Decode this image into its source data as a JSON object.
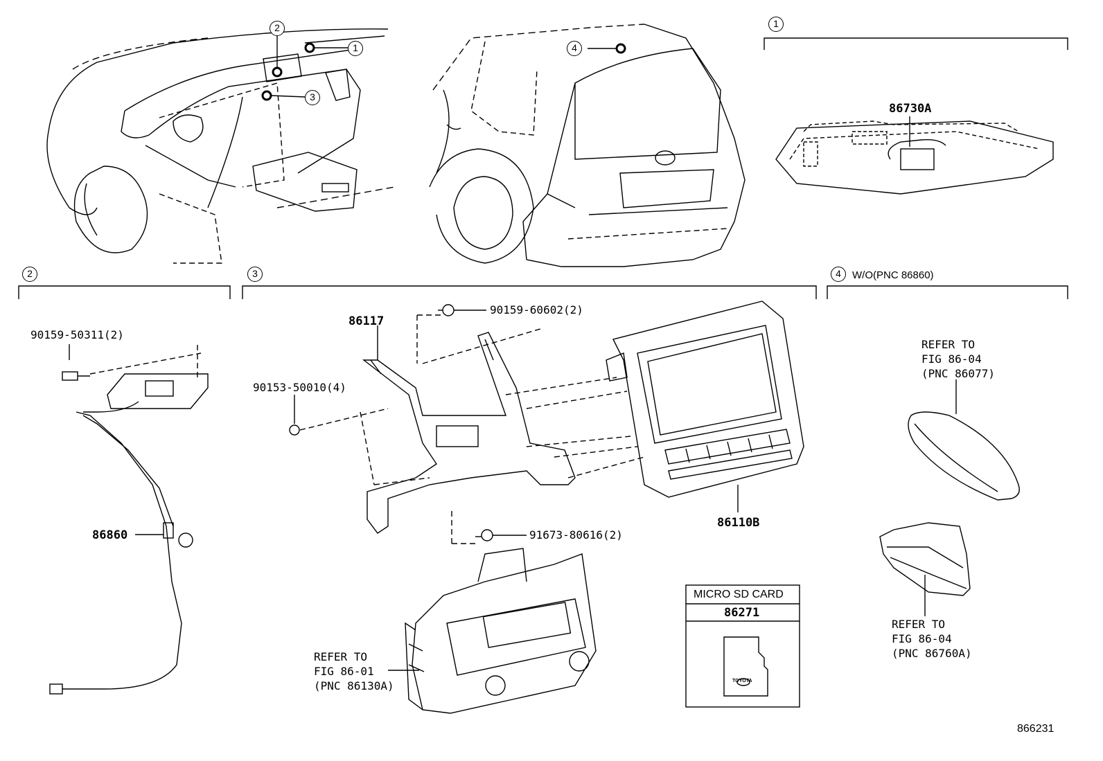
{
  "callouts": {
    "c1": "1",
    "c2": "2",
    "c3": "3",
    "c4": "4"
  },
  "section_headers": {
    "s1": "1",
    "s2": "2",
    "s3": "3",
    "s4": "4",
    "s4_condition": "W/O(PNC 86860)"
  },
  "parts": {
    "p86730A": "86730A",
    "p90159_50311": "90159-50311(2)",
    "p86860": "86860",
    "p86117": "86117",
    "p90159_60602": "90159-60602(2)",
    "p90153_50010": "90153-50010(4)",
    "p86110B": "86110B",
    "p91673_80616": "91673-80616(2)"
  },
  "refer_notes": {
    "mid": [
      "REFER TO",
      "FIG 86-01",
      "(PNC 86130A)"
    ],
    "top_right": [
      "REFER TO",
      "FIG 86-04",
      "(PNC 86077)"
    ],
    "bottom_right": [
      "REFER TO",
      "FIG 86-04",
      "(PNC 86760A)"
    ]
  },
  "sd_card": {
    "header": "MICRO SD CARD",
    "part": "86271",
    "logo_text": "TOYOTA"
  },
  "figure_number": "866231"
}
